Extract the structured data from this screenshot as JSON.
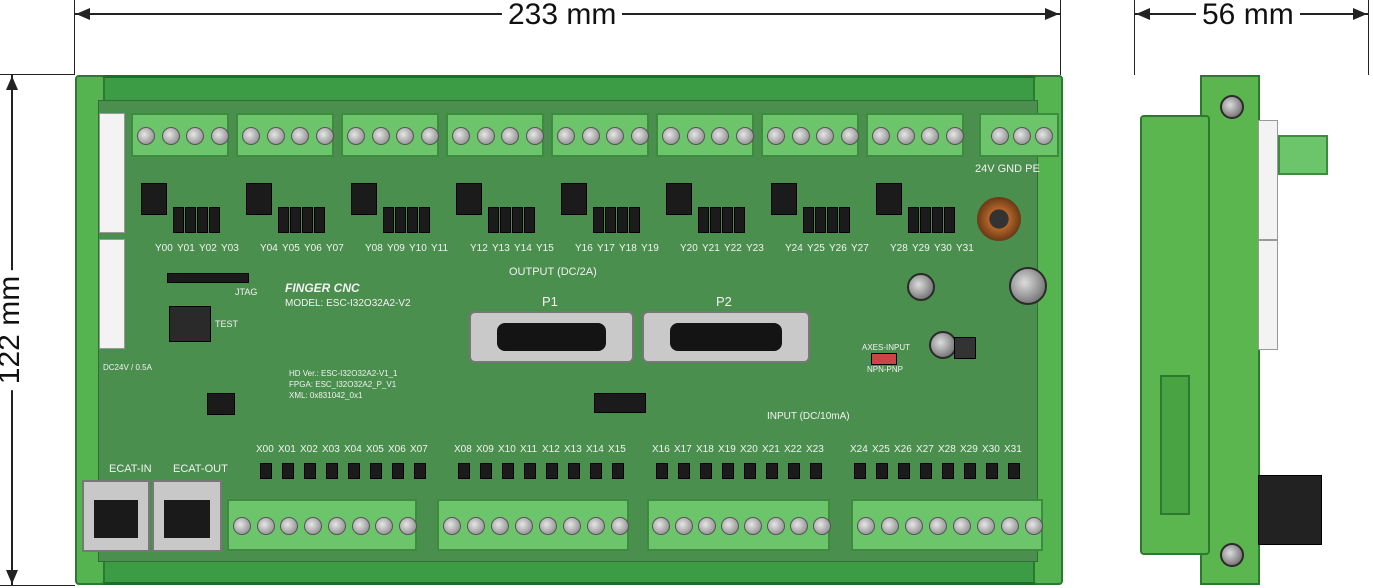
{
  "dimensions": {
    "width_label": "233 mm",
    "height_label": "122 mm",
    "depth_label": "56 mm"
  },
  "board": {
    "brand": "FINGER CNC",
    "model": "MODEL: ESC-I32O32A2-V2",
    "hd_ver": "HD Ver.: ESC-I32O32A2-V1_1",
    "fpga": "FPGA: ESC_I32O32A2_P_V1",
    "xml": "XML: 0x831042_0x1",
    "output_label": "OUTPUT (DC/2A)",
    "input_label": "INPUT (DC/10mA)",
    "power_label": "24V GND PE",
    "supply_label": "DC24V / 0.5A",
    "jtag": "JTAG",
    "test": "TEST",
    "p1": "P1",
    "p2": "P2",
    "axes_input": "AXES-INPUT",
    "npn_pnp": "NPN-PNP",
    "ecat_in": "ECAT-IN",
    "ecat_out": "ECAT-OUT",
    "outputs": [
      "Y00",
      "Y01",
      "Y02",
      "Y03",
      "Y04",
      "Y05",
      "Y06",
      "Y07",
      "Y08",
      "Y09",
      "Y10",
      "Y11",
      "Y12",
      "Y13",
      "Y14",
      "Y15",
      "Y16",
      "Y17",
      "Y18",
      "Y19",
      "Y20",
      "Y21",
      "Y22",
      "Y23",
      "Y24",
      "Y25",
      "Y26",
      "Y27",
      "Y28",
      "Y29",
      "Y30",
      "Y31"
    ],
    "inputs": [
      "X00",
      "X01",
      "X02",
      "X03",
      "X04",
      "X05",
      "X06",
      "X07",
      "X08",
      "X09",
      "X10",
      "X11",
      "X12",
      "X13",
      "X14",
      "X15",
      "X16",
      "X17",
      "X18",
      "X19",
      "X20",
      "X21",
      "X22",
      "X23",
      "X24",
      "X25",
      "X26",
      "X27",
      "X28",
      "X29",
      "X30",
      "X31"
    ]
  }
}
